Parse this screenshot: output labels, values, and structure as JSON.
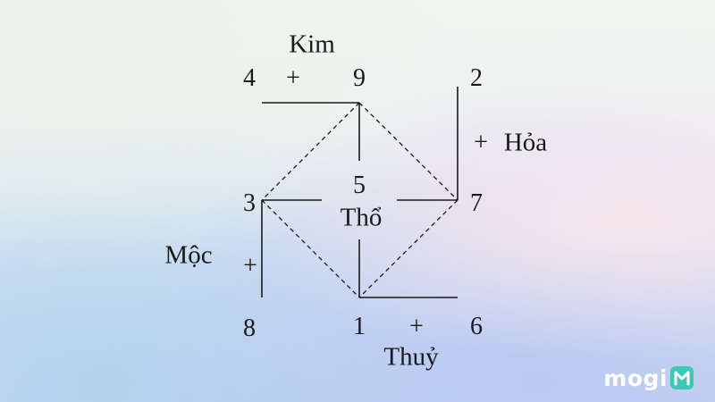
{
  "numbers": {
    "n4": "4",
    "n9": "9",
    "n2": "2",
    "n3": "3",
    "n5": "5",
    "n7": "7",
    "n8": "8",
    "n1": "1",
    "n6": "6"
  },
  "plus_signs": {
    "top": "+",
    "right": "+",
    "left": "+",
    "bottom": "+"
  },
  "elements": {
    "kim": "Kim",
    "hoa": "Hỏa",
    "tho": "Thổ",
    "moc": "Mộc",
    "thuy": "Thuỷ"
  },
  "logo": {
    "text": "mogi",
    "mark_color": "#3bc9b6",
    "text_color": "#ffffff"
  }
}
